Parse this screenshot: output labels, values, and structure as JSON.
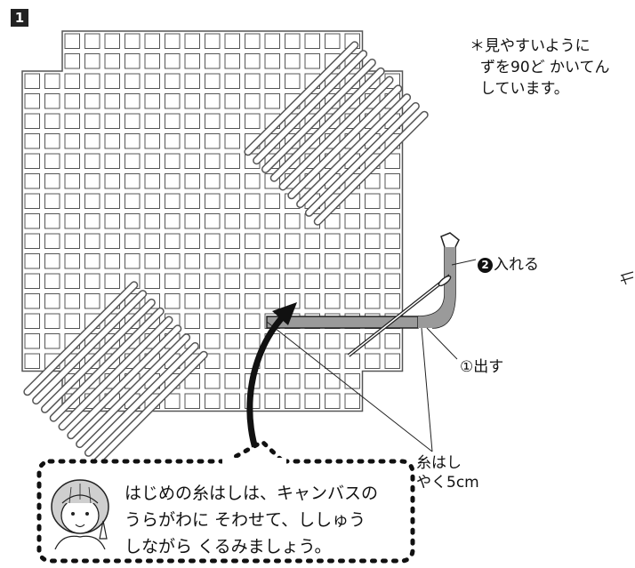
{
  "step": {
    "number": "1"
  },
  "note": {
    "line1": "＊見やすいように",
    "line2": "ずを90ど かいてん",
    "line3": "しています。"
  },
  "labels": {
    "insert_num": "2",
    "insert": "入れる",
    "out": "①出す",
    "tail_line1": "糸はし",
    "tail_line2": "やく5cm"
  },
  "bubble": {
    "line1": "はじめの糸はしは、キャンバスの",
    "line2": "うらがわに そわせて、ししゅう",
    "line3": "しながら くるみましょう。"
  },
  "colors": {
    "grid_stroke": "#555555",
    "yarn_fill": "#9a9a9a",
    "stitch": "#ffffff",
    "arrow": "#111111"
  },
  "icons": [
    "child-avatar-icon",
    "needle-icon",
    "arrow-icon"
  ]
}
